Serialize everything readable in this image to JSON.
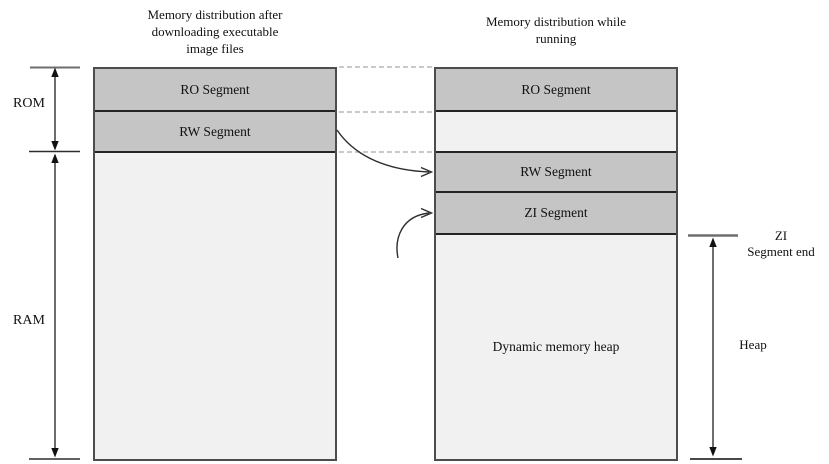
{
  "left_panel": {
    "title": "Memory distribution after\ndownloading executable\nimage files",
    "segments": {
      "ro": "RO Segment",
      "rw": "RW Segment"
    }
  },
  "right_panel": {
    "title": "Memory distribution while\nrunning",
    "segments": {
      "ro": "RO Segment",
      "rw": "RW Segment",
      "zi": "ZI Segment",
      "heap": "Dynamic memory heap"
    }
  },
  "measures": {
    "rom": "ROM",
    "ram": "RAM",
    "heap": "Heap",
    "zi_end": "ZI\nSegment end"
  },
  "colors": {
    "segment_fill": "#c5c5c5",
    "panel_fill": "#f1f1f1",
    "panel_border": "#4d4d4d",
    "divider": "#242424",
    "dashed_guide": "#c9c9c9",
    "arrow": "#2e2e2e",
    "tick": "#6e6e6e"
  }
}
